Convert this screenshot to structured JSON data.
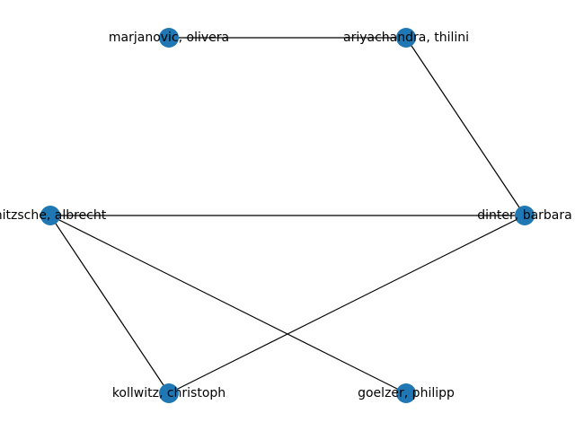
{
  "graph": {
    "node_color": "#1f77b4",
    "edge_color": "#000000",
    "nodes": [
      {
        "id": "marjanovic",
        "label": "marjanovic, olivera"
      },
      {
        "id": "ariyachandra",
        "label": "ariyachandra, thilini"
      },
      {
        "id": "nitzsche",
        "label": "nitzsche, albrecht"
      },
      {
        "id": "dinter",
        "label": "dinter, barbara"
      },
      {
        "id": "kollwitz",
        "label": "kollwitz, christoph"
      },
      {
        "id": "goelzer",
        "label": "goelzer, philipp"
      }
    ],
    "edges": [
      {
        "source": "marjanovic",
        "target": "ariyachandra"
      },
      {
        "source": "ariyachandra",
        "target": "dinter"
      },
      {
        "source": "nitzsche",
        "target": "dinter"
      },
      {
        "source": "nitzsche",
        "target": "kollwitz"
      },
      {
        "source": "nitzsche",
        "target": "goelzer"
      },
      {
        "source": "dinter",
        "target": "kollwitz"
      }
    ]
  }
}
